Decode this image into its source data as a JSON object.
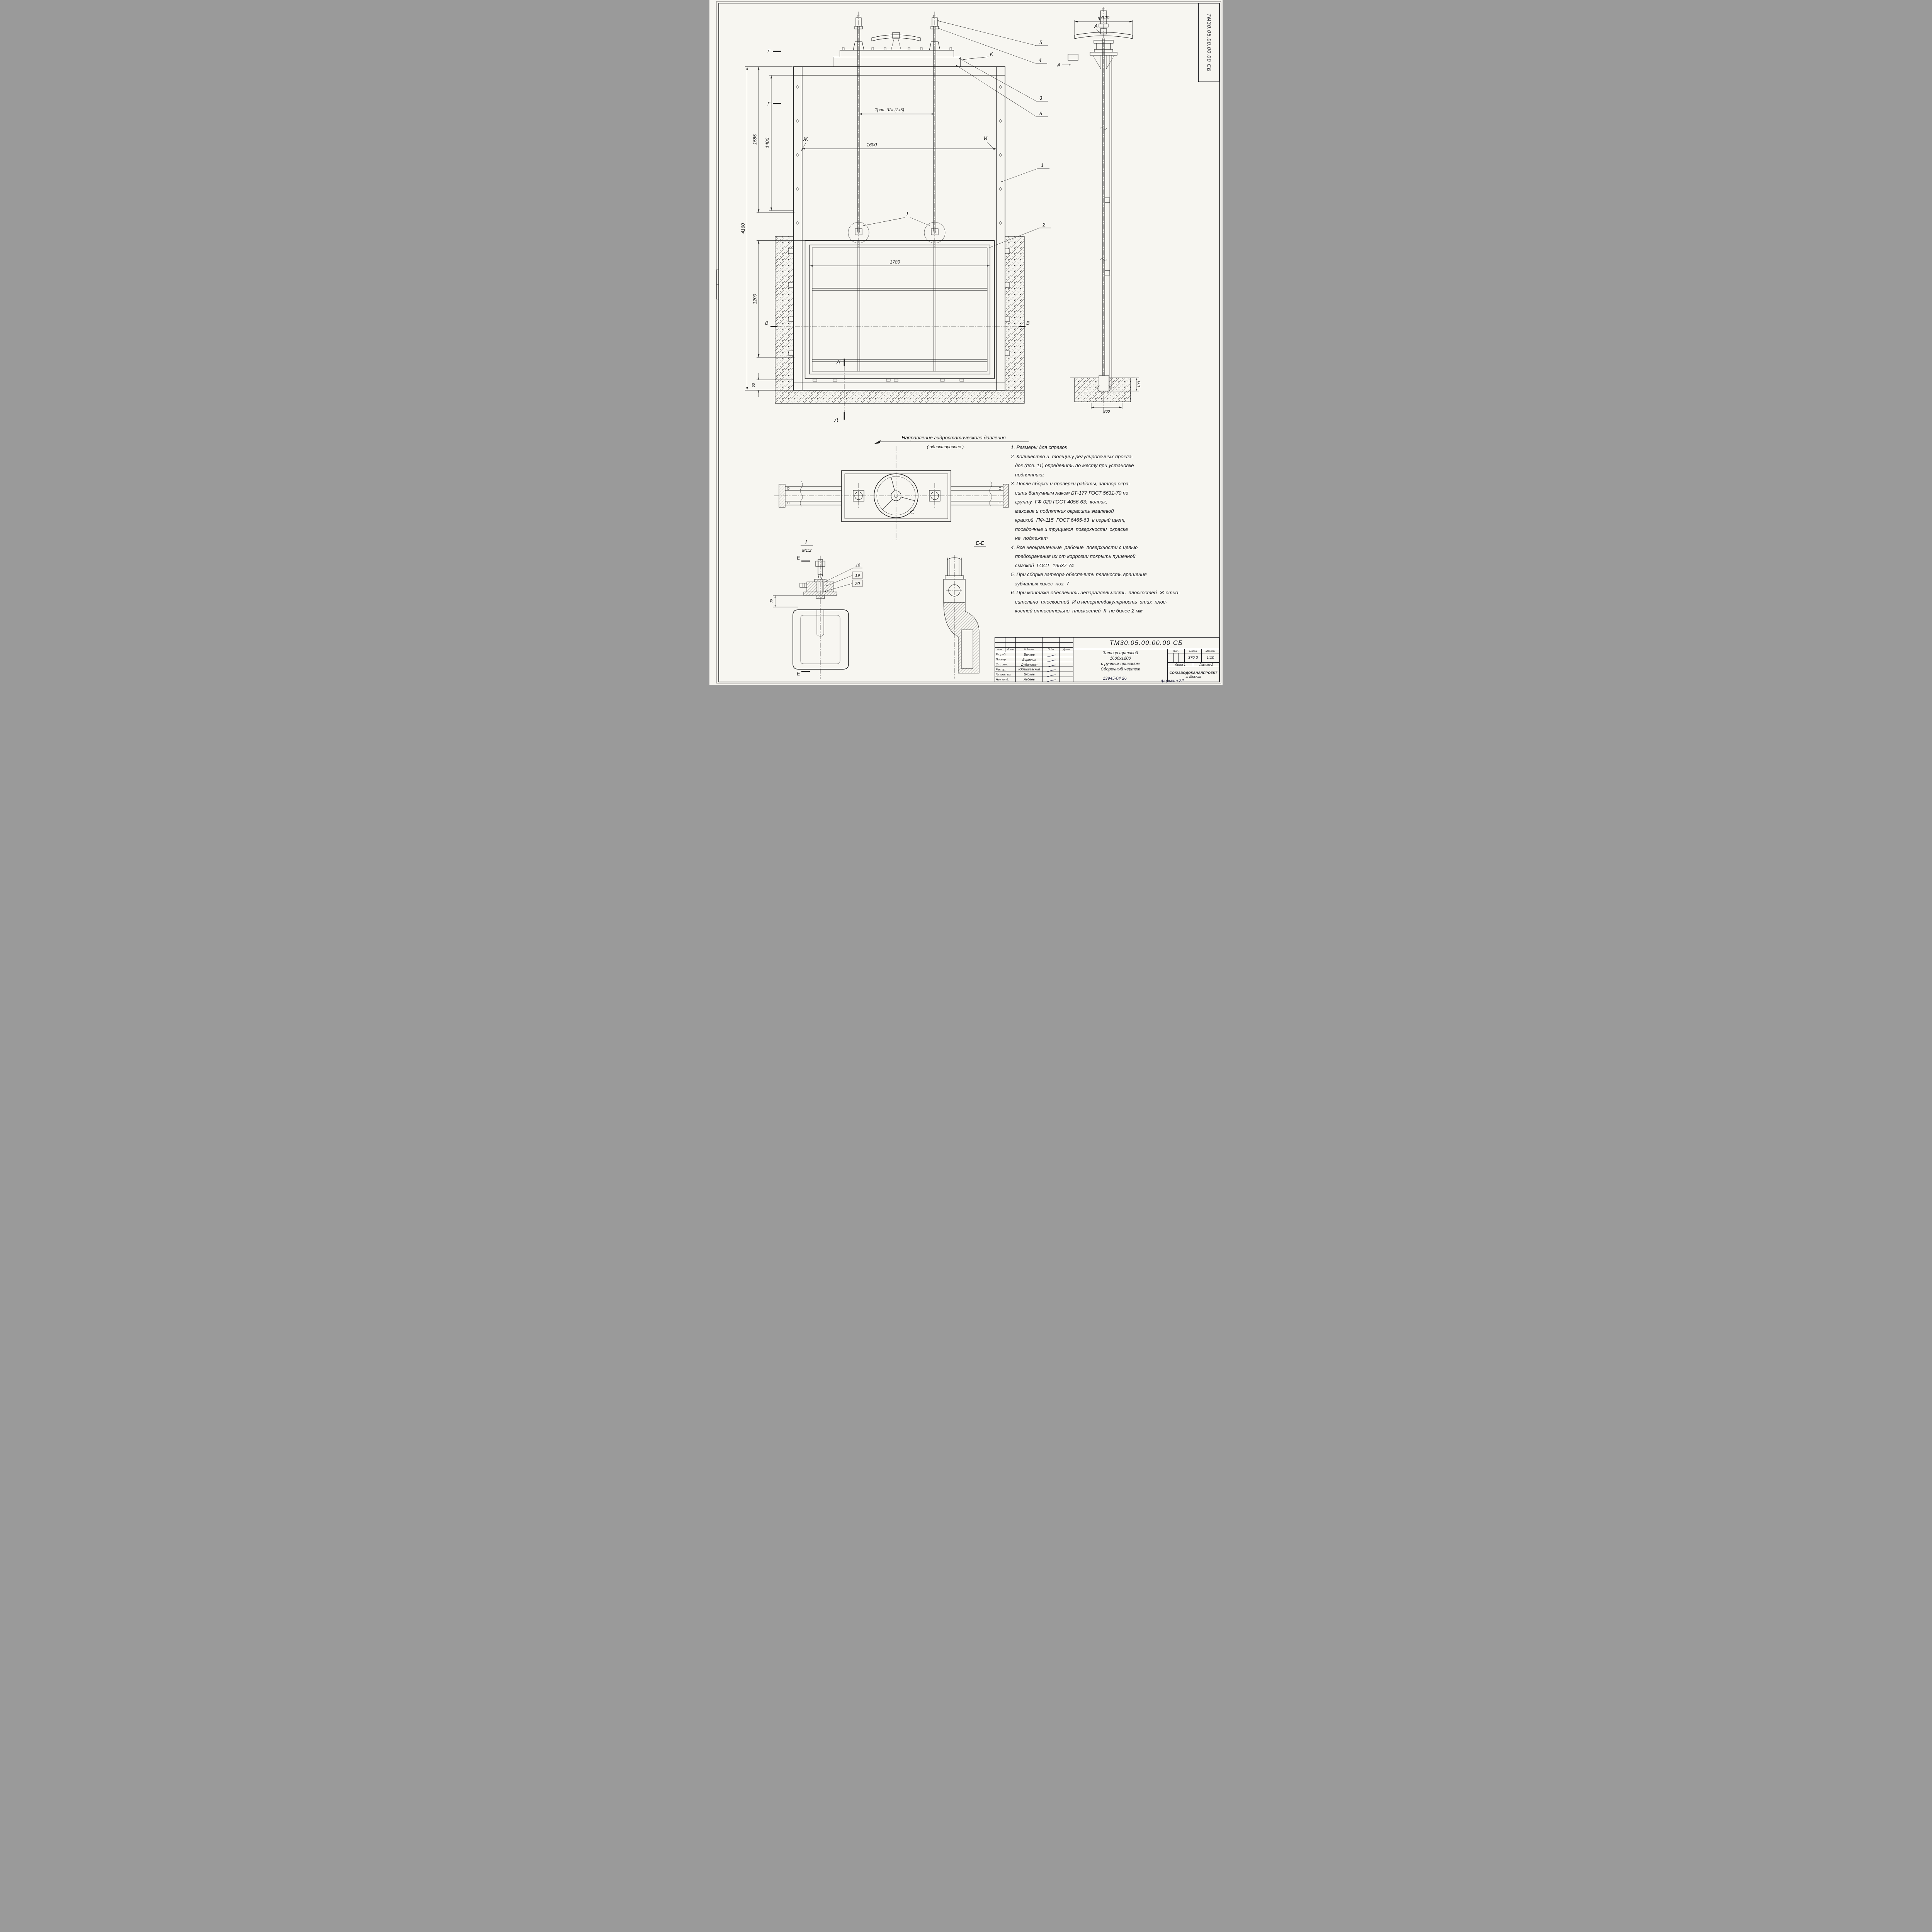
{
  "corner_stamp": {
    "code": "ТМ30.05.00.00.00 СБ"
  },
  "front_view": {
    "dim_4160": "4160",
    "dim_1585": "1585",
    "dim_1400": "1400",
    "dim_1200": "1200",
    "dim_63": "63",
    "dim_thread": "Трап. 32к (2х6)",
    "dim_1600": "1600",
    "dim_1780": "1780",
    "label_g": "Г",
    "label_zh": "Ж",
    "label_i_plane": "И",
    "label_k": "К",
    "label_v": "В",
    "label_d": "Д",
    "label_detail": "I",
    "callout_1": "1",
    "callout_2": "2",
    "callout_3": "3",
    "callout_4": "4",
    "callout_5": "5",
    "callout_8": "8"
  },
  "side_view": {
    "dim_dia": "ф320",
    "dim_100": "100",
    "dim_200": "200",
    "label_a": "А"
  },
  "plan_view": {
    "caption_line1": "Направление  гидростатического  давления",
    "caption_line2": "( одностороннее )."
  },
  "detail_views": {
    "detail_label": "I",
    "detail_scale": "М1:2",
    "section_label": "Е-Е",
    "section_mark": "Е",
    "callout_18": "18",
    "callout_19": "19",
    "callout_20": "20",
    "dim_30": "30"
  },
  "notes": [
    "1. Размеры для справок",
    "2. Количество и  толщину регулировочных прокла-",
    "   док (поз. 11) определить по месту при установке",
    "   подпятника",
    "3. После сборки и проверки работы, затвор окра-",
    "   сить битумным лаком БТ-177 ГОСТ 5631-70 по",
    "   грунту  ГФ-020 ГОСТ 4056-63;  колпак,",
    "   маховик и подпятник окрасить эмалевой",
    "   краской  ПФ-115  ГОСТ 6465-63  в серый цвет,",
    "   посадочные и трущиеся  поверхности  окраске",
    "   не  подлежат",
    "4. Все неокрашенные  рабочие  поверхности с целью",
    "   предохранения их от коррозии покрыть пушечной",
    "   смазкой  ГОСТ  19537-74",
    "5. При сборке затвора обеспечить плавность вращения",
    "   зубчатых колес  поз. 7",
    "6. При монтаже обеспечить непараллельность  плоскостей  Ж отно-",
    "   сительно  плоскостей  И и неперпендикулярность  этих  плос-",
    "   костей относительно  плоскостей  К  не более 2 мм"
  ],
  "title_block": {
    "doc_number": "ТМ30.05.00.00.00 СБ",
    "title_lines": [
      "Затвор щитавой",
      "1600х1200",
      "с ручным приводом",
      "Сборочный  чертеж"
    ],
    "col_izm": "Изм.",
    "col_list": "Лист",
    "col_ndoc": "N докум.",
    "col_podp": "Подп.",
    "col_data": "Дата",
    "rows": [
      {
        "role": "Разраб.",
        "name": "Волков"
      },
      {
        "role": "Провер.",
        "name": "Бортник"
      },
      {
        "role": "Ст. инж.",
        "name": "Дубинская"
      },
      {
        "role": "Рук. гр.",
        "name": "Юдзишевский"
      },
      {
        "role": "Гл. инж. пр.",
        "name": "Блоков"
      },
      {
        "role": "Нач. отд.",
        "name": "Авдеев"
      }
    ],
    "lit_label": "Лит.",
    "mass_label": "Масса",
    "scale_label": "Масшт.",
    "mass_value": "370,0",
    "scale_value": "1:10",
    "sheet": "Лист 1",
    "sheets": "Листов 2",
    "org_name": "СОЮЗВОДОКАНАЛПРОЕКТ",
    "org_city": "г. Москва"
  },
  "footer": {
    "doc_no": "13945-04   26",
    "format_label": "формат 22"
  }
}
